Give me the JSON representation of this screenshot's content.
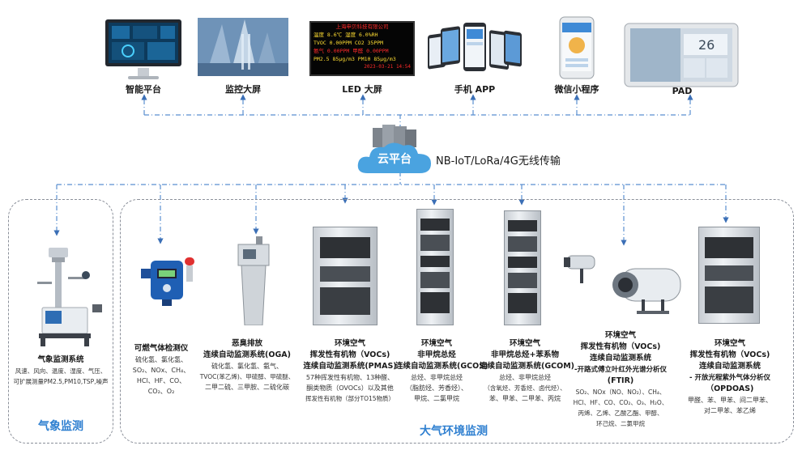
{
  "top_devices": [
    {
      "label": "智能平台",
      "icon": "monitor-icon"
    },
    {
      "label": "监控大屏",
      "icon": "building-screen-icon"
    },
    {
      "label": "LED 大屏",
      "icon": "led-board-icon"
    },
    {
      "label": "手机 APP",
      "icon": "phones-icon"
    },
    {
      "label": "微信小程序",
      "icon": "mini-program-icon"
    },
    {
      "label": "PAD",
      "icon": "tablet-icon"
    }
  ],
  "led_board": {
    "rows": [
      "上海申贝科技有限公司",
      "温度  8.6℃  湿度  6.0%RH",
      "TVOC 0.00PPM  CO2  35PPM",
      "氨气 0.00PPM  甲醛  0.00PPM",
      "PM2.5 85μg/m3  PM10 85μg/m3",
      "2023-03-21 14:54"
    ]
  },
  "pad_value": "26",
  "cloud": {
    "label": "云平台",
    "transmission": "NB-IoT/LoRa/4G无线传输"
  },
  "weather_panel": {
    "title": "气象监测",
    "device_title": "气象监测系统",
    "device_desc": [
      "风速、风向、温度、湿度、气压、",
      "可扩展测量PM2.5,PM10,TSP,噪声"
    ]
  },
  "air_panel": {
    "title": "大气环境监测",
    "devices": [
      {
        "title": [
          "可燃气体检测仪"
        ],
        "desc": [
          "硫化氢、氯化氢、",
          "SO₂、NOx、CH₄、",
          "HCl、HF、CO、",
          "CO₂、O₂"
        ]
      },
      {
        "title": [
          "恶臭排放",
          "连续自动监测系统(OGA)"
        ],
        "desc": [
          "硫化氢、氯化氢、氨气、",
          "TVOC(苯乙烯)、甲硫醇、甲硫醚、",
          "二甲二硫、三甲胺、二硫化碳"
        ]
      },
      {
        "title": [
          "环境空气",
          "挥发性有机物（VOCs)",
          "连续自动监测系统(PMAS)"
        ],
        "desc": [
          "57种挥发性有机物、13种醛、",
          "酮类物质（OVOCs）以及其他",
          "挥发性有机物（部分TO15物质）"
        ]
      },
      {
        "title": [
          "环境空气",
          "非甲烷总烃",
          "连续自动监测系统(GCOS)"
        ],
        "desc": [
          "总烃、非甲烷总烃",
          "（脂肪烃、芳香烃）、",
          "甲烷、二氯甲烷"
        ]
      },
      {
        "title": [
          "环境空气",
          "非甲烷总烃+苯系物",
          "连续自动监测系统(GCOM)"
        ],
        "desc": [
          "总烃、非甲烷总烃",
          "（含氧烃、芳香烃、卤代烃）、",
          "苯、甲苯、二甲苯、丙烷"
        ]
      },
      {
        "title": [
          "环境空气",
          "挥发性有机物（VOCs)",
          "连续自动监测系统",
          "-开路式傅立叶红外光谱分析仪",
          "(FTIR)"
        ],
        "desc": [
          "SO₂、NOx（NO、NO₂）、CH₄、",
          "HCl、HF、CO、CO₂、O₃、H₂O、",
          "丙烯、乙烯、乙酸乙酯、甲醇、",
          "环己烷、二氯甲烷"
        ]
      },
      {
        "title": [
          "环境空气",
          "挥发性有机物（VOCs)",
          "连续自动监测系统",
          "- 开放光程紫外气体分析仪",
          "（OPDOAS)"
        ],
        "desc": [
          "甲醛、苯、甲苯、间二甲苯、",
          "对二甲苯、苯乙烯"
        ]
      }
    ]
  },
  "colors": {
    "accent": "#2e7fd0",
    "link": "#5a8fd0",
    "cloud": "#4aa3e0"
  }
}
